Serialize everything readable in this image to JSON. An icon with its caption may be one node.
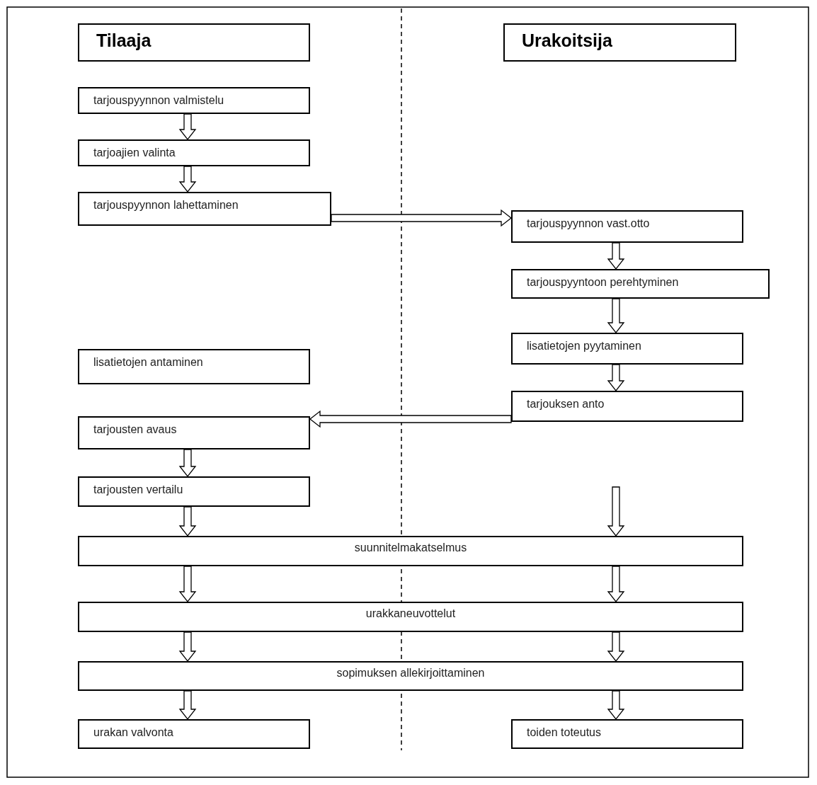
{
  "diagram": {
    "nodes": [
      {
        "text": [
          "Tilaaja"
        ]
      },
      {
        "text": [
          "Urakoitsija"
        ]
      },
      {
        "text": [
          "tarjouspyynnon valmistelu"
        ]
      },
      {
        "text": [
          "tarjoajien valinta"
        ]
      },
      {
        "text": [
          "tarjouspyynnon lahettaminen"
        ]
      },
      {
        "text": [
          "tarjouspyynnon vast.otto"
        ]
      },
      {
        "text": [
          "tarjouspyyntoon perehtyminen"
        ]
      },
      {
        "text": [
          "lisatietojen pyytaminen"
        ]
      },
      {
        "text": [
          "tarjouksen anto"
        ]
      },
      {
        "text": [
          "lisatietojen antaminen"
        ]
      },
      {
        "text": [
          "tarjousten avaus"
        ]
      },
      {
        "text": [
          "tarjousten vertailu"
        ]
      },
      {
        "text": [
          "suunnitelmakatselmus"
        ]
      },
      {
        "text": [
          "urakkaneuvottelut"
        ]
      },
      {
        "text": [
          "sopimuksen allekirjoittaminen"
        ]
      },
      {
        "text": [
          "urakan valvonta"
        ]
      },
      {
        "text": [
          "toiden toteutus"
        ]
      }
    ],
    "edges": [
      {
        "from": 2,
        "to": 3,
        "arrow": "to"
      },
      {
        "from": 3,
        "to": 4,
        "arrow": "to"
      },
      {
        "from": 4,
        "to": 5,
        "arrow": "to"
      },
      {
        "from": 5,
        "to": 6,
        "arrow": "to"
      },
      {
        "from": 6,
        "to": 7,
        "arrow": "to"
      },
      {
        "from": 7,
        "to": 8,
        "arrow": "to"
      },
      {
        "from": 8,
        "to": 10,
        "arrow": "to"
      },
      {
        "from": 10,
        "to": 11,
        "arrow": "to"
      },
      {
        "from": 11,
        "to": 12,
        "arrow": "to"
      },
      {
        "from": null,
        "to": 12,
        "arrow": "to"
      },
      {
        "from": 12,
        "to": 13,
        "arrow": "to"
      },
      {
        "from": 12,
        "to": 13,
        "arrow": "to"
      },
      {
        "from": 13,
        "to": 14,
        "arrow": "to"
      },
      {
        "from": 13,
        "to": 14,
        "arrow": "to"
      },
      {
        "from": 14,
        "to": 15,
        "arrow": "to"
      },
      {
        "from": 14,
        "to": 16,
        "arrow": "to"
      }
    ]
  }
}
